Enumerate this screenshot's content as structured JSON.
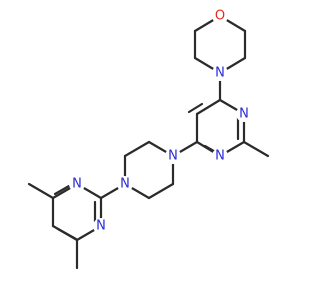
{
  "molecule": {
    "atoms": [
      {
        "id": "o1",
        "label": "O"
      },
      {
        "id": "nm",
        "label": "N"
      },
      {
        "id": "n1",
        "label": "N"
      },
      {
        "id": "n2",
        "label": "N"
      },
      {
        "id": "np1",
        "label": "N"
      },
      {
        "id": "np2",
        "label": "N"
      },
      {
        "id": "n3",
        "label": "N"
      },
      {
        "id": "n4",
        "label": "N"
      }
    ]
  },
  "colors": {
    "bond": "#2b2b2b",
    "nitrogen": "#2a2ad6",
    "oxygen": "#e8281e",
    "background": "#ffffff"
  }
}
